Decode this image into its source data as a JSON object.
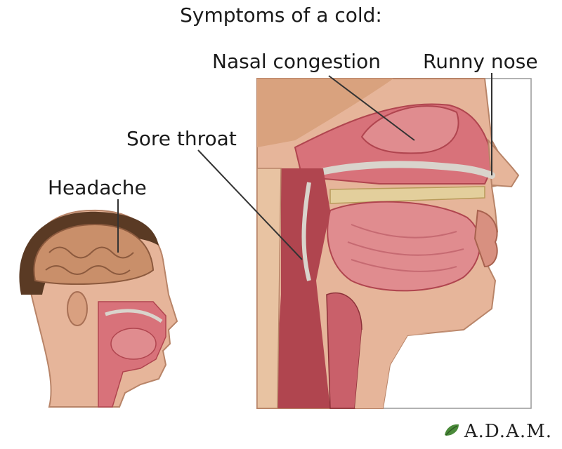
{
  "title": "Symptoms of a cold:",
  "labels": {
    "nasal_congestion": "Nasal congestion",
    "runny_nose": "Runny nose",
    "sore_throat": "Sore throat",
    "headache": "Headache"
  },
  "brand": "A.D.A.M.",
  "colors": {
    "skin": "#e6b59a",
    "skin_dark": "#c98e72",
    "brain": "#c98f6a",
    "hair": "#5a3a24",
    "tissue": "#d8727a",
    "tissue_dark": "#b0454f",
    "mucus": "#d9d4cc",
    "bone": "#e3cf9c",
    "leader": "#333333",
    "leaf": "#4a8a3a"
  },
  "icons": [
    "leaf-icon"
  ]
}
